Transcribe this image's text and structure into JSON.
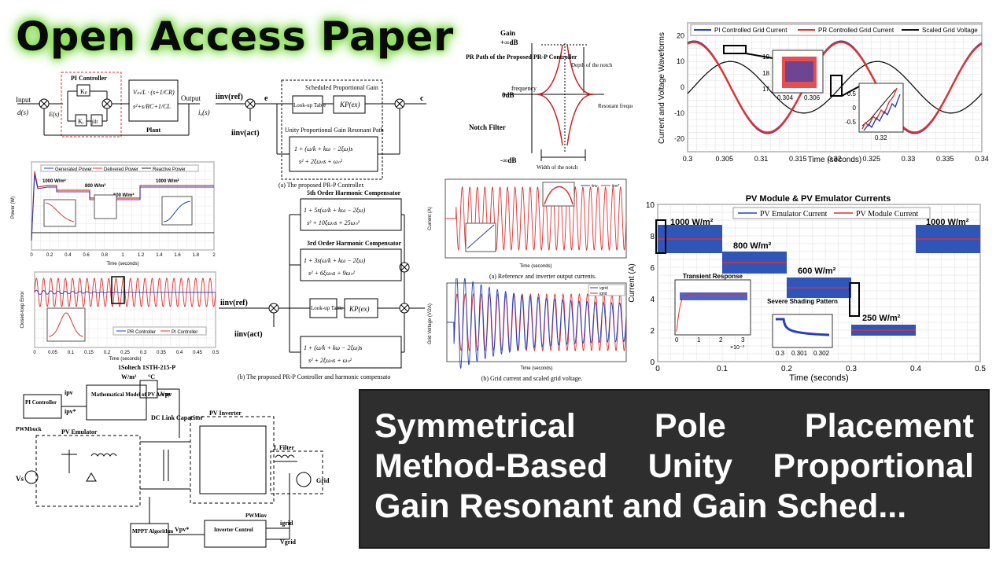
{
  "thumbnail": {
    "badge": "Open Access Paper",
    "title_lines": [
      "Symmetrical Pole Placement",
      "Method-Based Unity Proportional",
      "Gain Resonant and Gain Sched..."
    ]
  },
  "block_diagram": {
    "input_label": "Input",
    "input_sym": "d(s)",
    "error_sym": "E(s)",
    "controller_label": "PI Controller",
    "kp": "Kₚ",
    "ki": "Kᵢ",
    "integral": "∫dt",
    "plant_label": "Plant",
    "output_label": "Output",
    "output_sym": "iₒ(s)"
  },
  "prp_controller": {
    "iref": "iinv(ref)",
    "iact": "iinv(act)",
    "e": "e",
    "c": "c",
    "scheduled_label": "Scheduled Proportional Gain",
    "lookup": "Look-up Table",
    "kp_ex": "KP(ex)",
    "unity_label": "Unity Proportional Gain Resonant Path",
    "caption": "(a) The proposed PR-P Controller."
  },
  "harmonic_compensator": {
    "fifth": "5th Order Harmonic Compensator",
    "third": "3rd Order Harmonic Compensator",
    "lookup": "Look-up Table",
    "kp_ex": "KP(ex)",
    "iref": "iinv(ref)",
    "iact": "iinv(act)",
    "caption": "(b) The proposed PR-P Controller and harmonic compensato"
  },
  "notch": {
    "gain": "Gain",
    "pinf": "+∞dB",
    "zero": "0dB",
    "ninf": "-∞dB",
    "path_label": "PR Path of the Proposed PR-P Controller",
    "notch_label": "Notch Filter",
    "frequency": "frequency",
    "depth": "Depth of the notch",
    "resonant": "Resonant frequency",
    "width": "Width of the notch"
  },
  "grid_current_chart": {
    "legend": [
      "PI Controlled Grid Current",
      "PR Controlled Grid Current",
      "Scaled Grid Voltage"
    ],
    "ylabel": "Current and Voltage Waveforms",
    "xlabel": "Time (seconds)",
    "xticks": [
      "0.3",
      "0.305",
      "0.31",
      "0.315",
      "0.32",
      "0.325",
      "0.33",
      "0.335",
      "0.34"
    ],
    "yticks": [
      "20",
      "10",
      "0",
      "-10",
      "-20"
    ],
    "inset1_ticks": [
      "19",
      "18",
      "17",
      "0.304",
      "0.306"
    ],
    "inset2_ticks": [
      "0.5",
      "0",
      "-0.5",
      "0.32"
    ]
  },
  "pv_chart": {
    "title": "PV Module & PV Emulator Currents",
    "legend": [
      "PV Emulator Current",
      "PV Module Current"
    ],
    "ylabel": "Current (A)",
    "xlabel": "Time (seconds)",
    "xticks": [
      "0",
      "0.1",
      "0.2",
      "0.3",
      "0.4",
      "0.5"
    ],
    "yticks": [
      "10",
      "8",
      "6",
      "4",
      "2",
      "0"
    ],
    "irradiance": [
      "1000 W/m²",
      "800 W/m²",
      "600 W/m²",
      "250 W/m²",
      "1000 W/m²"
    ],
    "transient": "Transient Response",
    "shading": "Severe Shading Pattern",
    "exp": "×10⁻³",
    "inset_ticks": [
      "0",
      "1",
      "2",
      "3",
      "0.3",
      "0.301",
      "0.302"
    ]
  },
  "power_chart": {
    "legend": [
      "Generated Power",
      "Delivered Power",
      "Reactive Power"
    ],
    "ylabel": "Power (W)",
    "xlabel": "Time (seconds)",
    "labels": [
      "1000 W/m²",
      "800 W/m²",
      "600 W/m²",
      "1000 W/m²"
    ],
    "xticks": [
      "0",
      "0.2",
      "0.4",
      "0.6",
      "0.8",
      "1",
      "1.2",
      "1.4",
      "1.6",
      "1.8",
      "2"
    ]
  },
  "error_chart": {
    "ylabel": "Closed-loop Error",
    "xlabel": "Time (seconds)",
    "legend": [
      "PR Controller",
      "PI Controller"
    ],
    "xticks": [
      "0",
      "0.05",
      "0.1",
      "0.15",
      "0.2",
      "0.25",
      "0.3",
      "0.35",
      "0.4",
      "0.45",
      "0.5"
    ]
  },
  "ref_current_chart": {
    "ylabel": "Current (A)",
    "xlabel": "Time (seconds)",
    "legend": [
      "iinv",
      "iinv*"
    ],
    "caption": "(a) Reference and inverter output currents."
  },
  "grid_voltage_chart": {
    "ylabel": "Grid Voltage (V/2A)",
    "xlabel": "Time (seconds)",
    "legend": [
      "vgrid",
      "igrid"
    ],
    "caption": "(b) Grid current and scaled grid voltage."
  },
  "system_diagram": {
    "module": "1Soltech 1STH-215-P",
    "wm2": "W/m²",
    "degc": "°C",
    "ipv": "ipv",
    "ipv_star": "ipv*",
    "vpv": "Vpv",
    "vpv_star": "Vpv*",
    "pi": "PI Controller",
    "pwm_buck": "PWMbuck",
    "pv_emulator": "PV Emulator",
    "math_model": "Mathematical Model of PV Array",
    "dc_link": "DC Link Capacitor",
    "pv_inverter": "PV Inverter",
    "l_filter": "L Filter",
    "grid": "Grid",
    "vs": "Vs",
    "mppt": "MPPT Algorithm",
    "inv_ctrl": "Inverter Control",
    "pwm_inv": "PWMinv",
    "igrid": "igrid",
    "vgrid": "Vgrid"
  }
}
